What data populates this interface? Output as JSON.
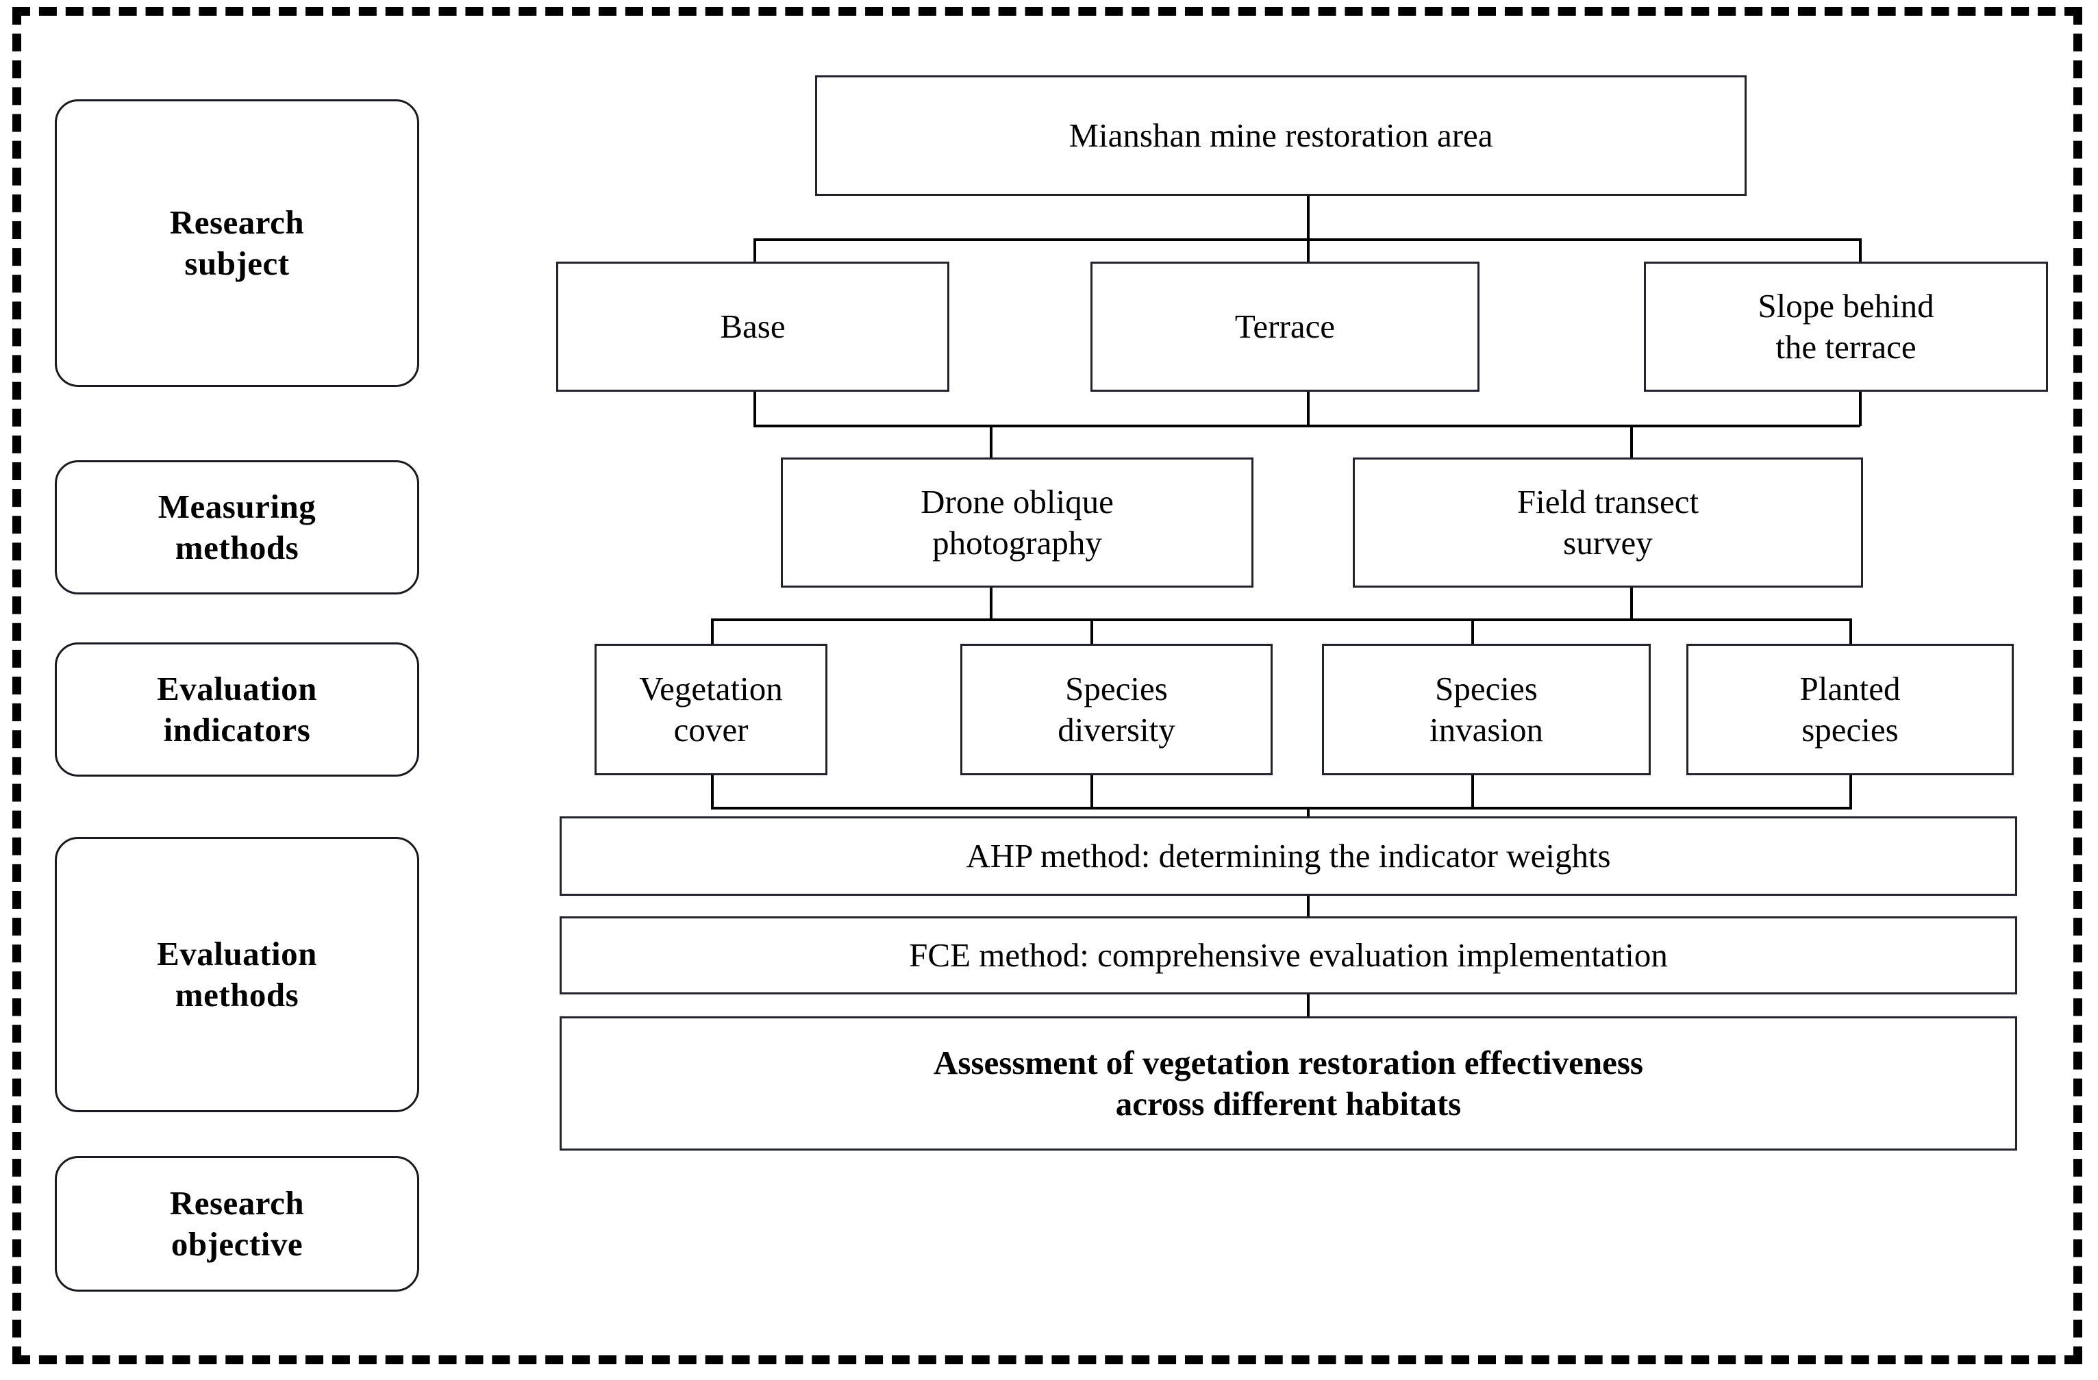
{
  "diagram": {
    "title": "Mianshan mine restoration area research framework",
    "frame_style": "dashed",
    "accent_color": "#000000"
  },
  "stages": [
    {
      "id": "research-subject",
      "label": "Research\nsubject"
    },
    {
      "id": "measuring-methods",
      "label": "Measuring\nmethods"
    },
    {
      "id": "evaluation-indicators",
      "label": "Evaluation\nindicators"
    },
    {
      "id": "evaluation-methods",
      "label": "Evaluation\nmethods"
    },
    {
      "id": "research-objective",
      "label": "Research\nobjective"
    }
  ],
  "flow": {
    "root": {
      "id": "mianshan-mine-restoration-area",
      "label": "Mianshan mine restoration area"
    },
    "habitats": [
      {
        "id": "base",
        "label": "Base"
      },
      {
        "id": "terrace",
        "label": "Terrace"
      },
      {
        "id": "slope-behind-terrace",
        "label": "Slope  behind\nthe terrace"
      }
    ],
    "methods": [
      {
        "id": "drone-oblique-photography",
        "label": "Drone oblique\nphotography"
      },
      {
        "id": "field-transect-survey",
        "label": "Field transect\nsurvey"
      }
    ],
    "indicators": [
      {
        "id": "vegetation-cover",
        "label": "Vegetation\ncover"
      },
      {
        "id": "species-diversity",
        "label": "Species\ndiversity"
      },
      {
        "id": "species-invasion",
        "label": "Species\ninvasion"
      },
      {
        "id": "planted-species",
        "label": "Planted\nspecies"
      }
    ],
    "evaluation_methods": [
      {
        "id": "ahp-method",
        "label": "AHP method: determining the indicator weights"
      },
      {
        "id": "fce-method",
        "label": "FCE method: comprehensive evaluation implementation"
      }
    ],
    "objective": {
      "id": "assessment-objective",
      "label": "Assessment  of  vegetation  restoration  effectiveness\nacross different habitats"
    }
  }
}
